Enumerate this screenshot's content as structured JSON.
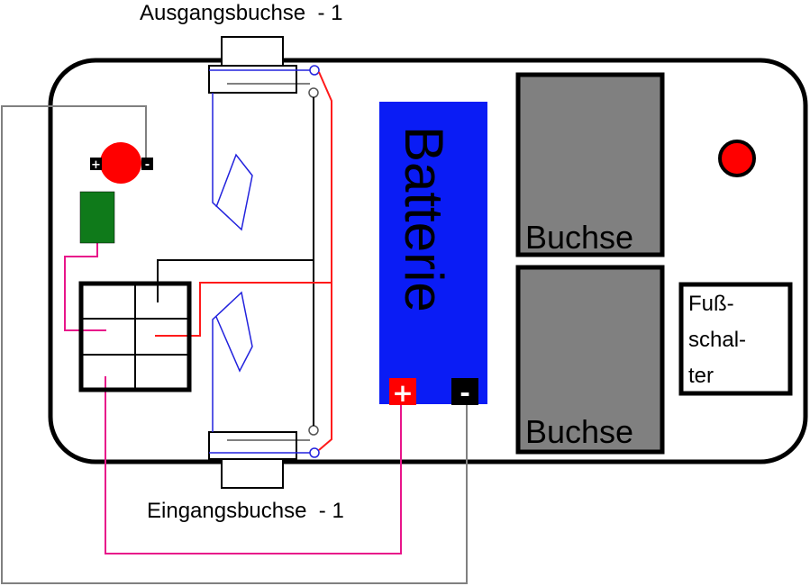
{
  "labels": {
    "output_jack": "Ausgangsbuchse  - 1",
    "input_jack": "Eingangsbuchse  - 1",
    "battery": "Batterie",
    "jack_upper": "Buchse",
    "jack_lower": "Buchse",
    "footswitch_line1": "Fuß-",
    "footswitch_line2": "schal-",
    "footswitch_line3": "ter",
    "battery_plus": "+",
    "battery_minus": "-",
    "led_plus": "+",
    "led_minus": "-"
  },
  "colors": {
    "battery_fill": "#0a1cf5",
    "jack_fill": "#808080",
    "led_red": "#ff0000",
    "resistor_green": "#0f7a1a",
    "wire_red": "#ff1a1a",
    "wire_magenta": "#e8158a",
    "wire_gray": "#808080",
    "wire_blue": "#2222dd",
    "wire_black": "#000000"
  }
}
